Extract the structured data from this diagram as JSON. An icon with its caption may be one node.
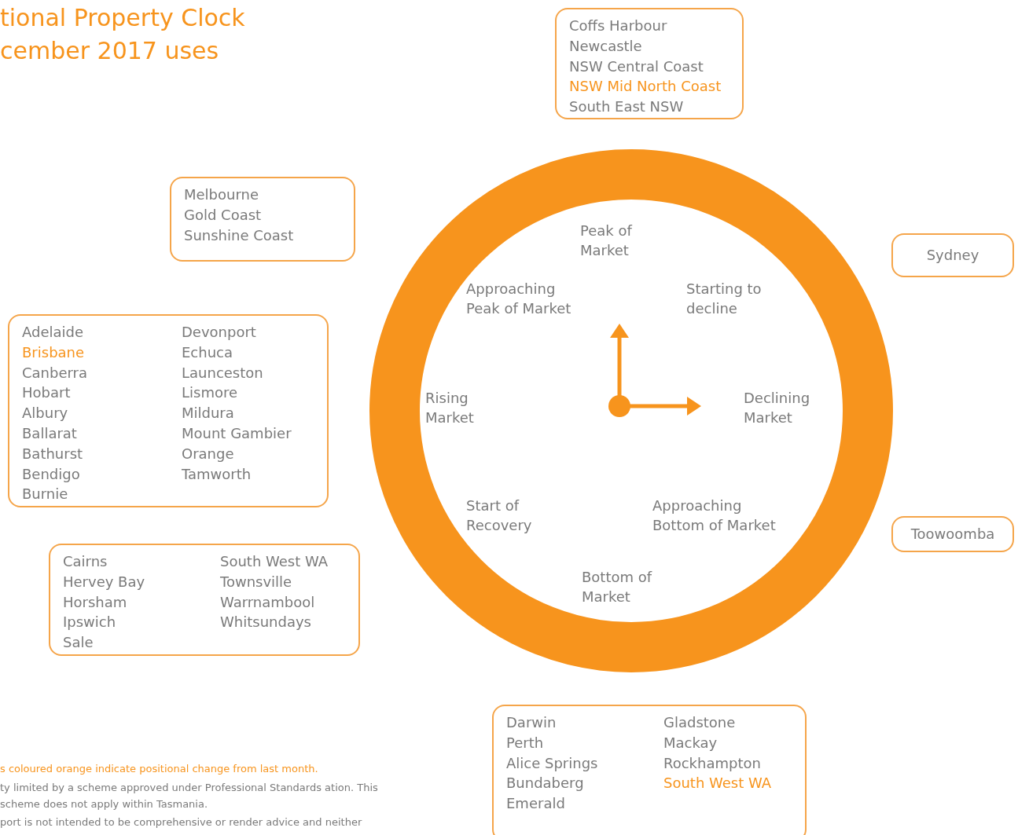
{
  "diagram": {
    "title": "tional Property Clock cember 2017 uses",
    "nodes": [
      {
        "text": [
          "Coffs Harbour",
          "Newcastle",
          "NSW Central Coast",
          "NSW Mid North Coast",
          "South East NSW"
        ]
      },
      {
        "text": [
          "Melbourne",
          "Gold Coast",
          "Sunshine Coast"
        ]
      },
      {
        "text": [
          "Sydney"
        ]
      },
      {
        "text": [
          "Adelaide",
          "Brisbane",
          "Canberra",
          "Hobart",
          "Albury",
          "Ballarat",
          "Bathurst",
          "Bendigo",
          "Burnie",
          "Devonport",
          "Echuca",
          "Launceston",
          "Lismore",
          "Mildura",
          "Mount Gambier",
          "Orange",
          "Tamworth"
        ]
      },
      {
        "text": [
          "Cairns",
          "Hervey Bay",
          "Horsham",
          "Ipswich",
          "Sale",
          "South West WA",
          "Townsville",
          "Warrnambool",
          "Whitsundays"
        ]
      },
      {
        "text": [
          "Toowoomba"
        ]
      },
      {
        "text": [
          "Darwin",
          "Perth",
          "Alice Springs",
          "Bundaberg",
          "Emerald",
          "Gladstone",
          "Mackay",
          "Rockhampton",
          "South West WA"
        ]
      }
    ],
    "edges": [],
    "labels": [
      "Peak of Market",
      "Approaching Peak of Market",
      "Starting to decline",
      "Rising Market",
      "Declining Market",
      "Start of Recovery",
      "Approaching Bottom of Market",
      "Bottom of Market",
      "s coloured orange indicate positional change from last month.",
      "ty limited by a scheme approved under Professional Standards ation. This scheme does not apply within Tasmania.",
      "port is not intended to be comprehensive or render advice and neither"
    ]
  }
}
